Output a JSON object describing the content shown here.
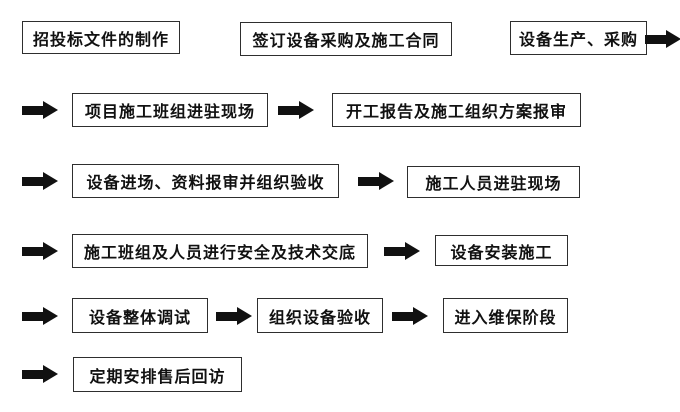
{
  "flow": {
    "steps": [
      {
        "id": "bidding-document-preparation",
        "label": "招投标文件的制作"
      },
      {
        "id": "sign-equipment-procurement-and-construction-contract",
        "label": "签订设备采购及施工合同"
      },
      {
        "id": "equipment-production-procurement",
        "label": "设备生产、采购"
      },
      {
        "id": "project-construction-team-enters-site",
        "label": "项目施工班组进驻现场"
      },
      {
        "id": "commencement-report-and-construction-organization-plan-approval",
        "label": "开工报告及施工组织方案报审"
      },
      {
        "id": "equipment-arrival-document-approval-and-acceptance",
        "label": "设备进场、资料报审并组织验收"
      },
      {
        "id": "construction-personnel-enter-site",
        "label": "施工人员进驻现场"
      },
      {
        "id": "team-safety-and-technical-briefing",
        "label": "施工班组及人员进行安全及技术交底"
      },
      {
        "id": "equipment-installation-construction",
        "label": "设备安装施工"
      },
      {
        "id": "overall-equipment-commissioning",
        "label": "设备整体调试"
      },
      {
        "id": "organize-equipment-acceptance",
        "label": "组织设备验收"
      },
      {
        "id": "enter-maintenance-phase",
        "label": "进入维保阶段"
      },
      {
        "id": "schedule-regular-after-sales-visits",
        "label": "定期安排售后回访"
      }
    ],
    "icons": {
      "right_arrow": "➡"
    },
    "colors": {
      "background": "#ffffff",
      "box_border": "#2e2e2e",
      "text": "#111111",
      "arrow": "#111111"
    }
  }
}
